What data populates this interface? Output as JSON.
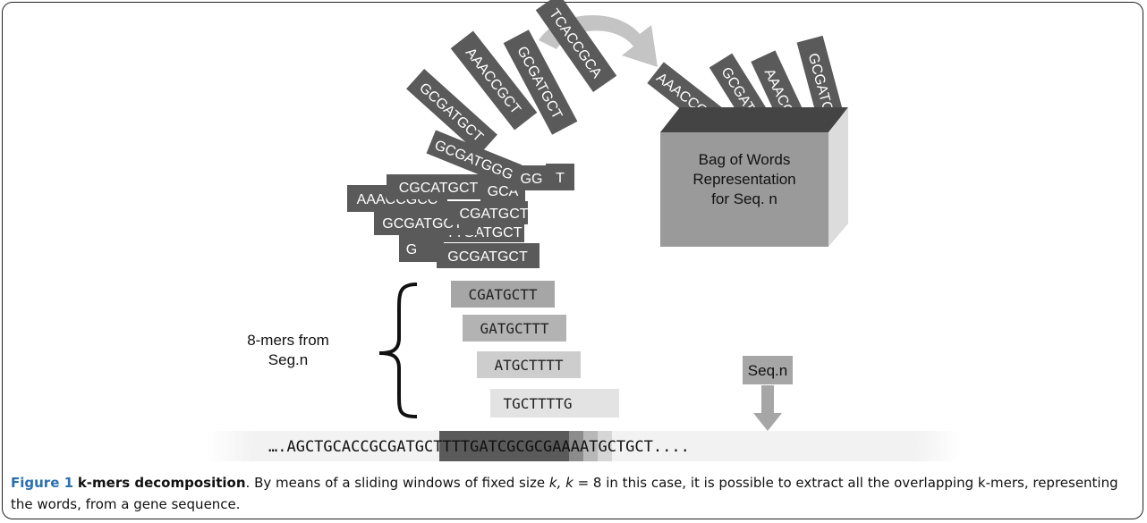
{
  "figure": {
    "figure_number": "Figure 1",
    "figure_title": "k-mers decomposition",
    "caption_text_1": ". By means of a sliding windows of fixed size ",
    "caption_k_italic": "k, k",
    "caption_text_2": " = 8 in this case, it is possible to extract all the overlapping k-mers, representing the words, from a gene sequence."
  },
  "diagram": {
    "sequence_text": "….AGCTGCACCGCGATGCTTTTGATCGCGCGAAAATGCTGCT....",
    "sequence_label": "Seq.n",
    "kmers_label_line1": "8-mers from",
    "kmers_label_line2": "Seg.n",
    "kmers": [
      "CGATGCTT",
      "GATGCTTT",
      "ATGCTTTT",
      "TGCTTTTG"
    ],
    "pile_words": [
      "GCGATGCT",
      "TTGATGCT",
      "G",
      "GCGATGCT",
      "CGATGCT",
      "AAACCGCC",
      "CGCATGCT",
      "GCA",
      "GG",
      "T",
      "GCGATGGG",
      "GCGATGCT",
      "AAACCGCT",
      "GCGATGCT",
      "TCACCGCA"
    ],
    "bag_words": [
      "AAACCGCC",
      "GCGATGC",
      "AAACCG",
      "GCGATC"
    ],
    "bag_label_line1": "Bag of Words",
    "bag_label_line2": "Representation",
    "bag_label_line3": "for Seq. n",
    "colors": {
      "dark_tile": "#5a5a5a",
      "kmer_tiles": [
        "#a6a6a6",
        "#b3b3b3",
        "#cdcdcd",
        "#e3e3e3"
      ],
      "box_front": "#9a9a9a",
      "box_top": "#444444",
      "box_side": "#dcdcdc",
      "arrow": "#b0b0b0",
      "title_blue": "#2a6fb0"
    },
    "icons": [
      "curved-arrow-icon",
      "down-arrow-icon",
      "curly-brace-icon"
    ]
  }
}
